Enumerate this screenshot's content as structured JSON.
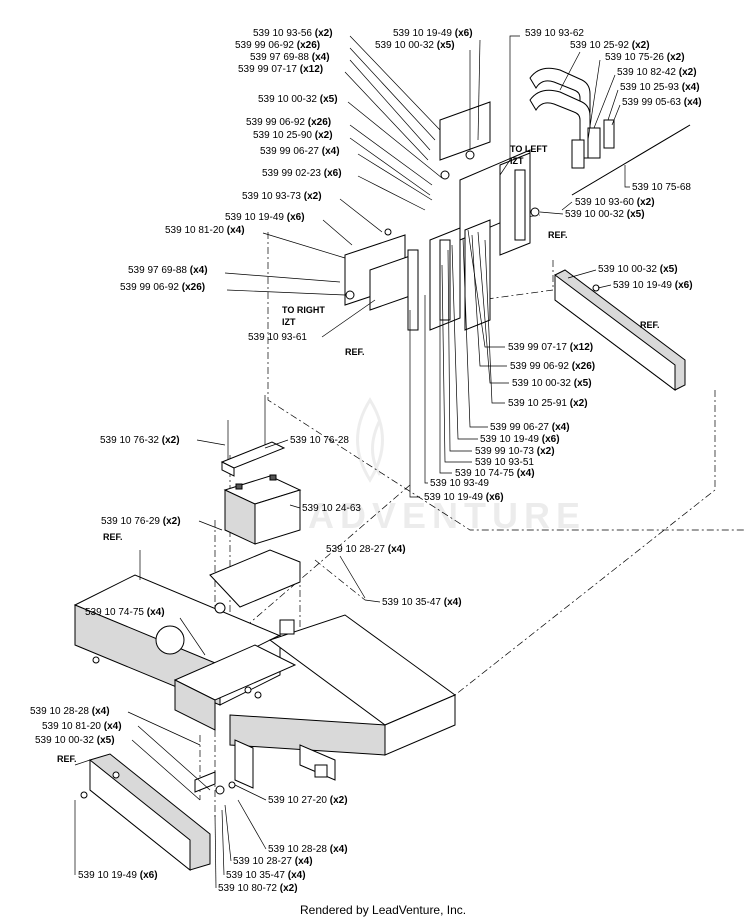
{
  "watermark": "LEADVENTURE",
  "footer": "Rendered by LeadVenture, Inc.",
  "ref_label": "REF.",
  "notes": {
    "left_izt_line1": "TO LEFT",
    "left_izt_line2": "IZT",
    "right_izt_line1": "TO RIGHT",
    "right_izt_line2": "IZT"
  },
  "callouts": [
    {
      "part": "539 10 93-56",
      "qty": "(x2)"
    },
    {
      "part": "539 99 06-92",
      "qty": "(x26)"
    },
    {
      "part": "539 97 69-88",
      "qty": "(x4)"
    },
    {
      "part": "539 99 07-17",
      "qty": "(x12)"
    },
    {
      "part": "539 10 00-32",
      "qty": "(x5)"
    },
    {
      "part": "539 99 06-92",
      "qty": "(x26)"
    },
    {
      "part": "539 10 25-90",
      "qty": "(x2)"
    },
    {
      "part": "539 99 06-27",
      "qty": "(x4)"
    },
    {
      "part": "539 99 02-23",
      "qty": "(x6)"
    },
    {
      "part": "539 10 93-73",
      "qty": "(x2)"
    },
    {
      "part": "539 10 19-49",
      "qty": "(x6)"
    },
    {
      "part": "539 10 81-20",
      "qty": "(x4)"
    },
    {
      "part": "539 97 69-88",
      "qty": "(x4)"
    },
    {
      "part": "539 99 06-92",
      "qty": "(x26)"
    },
    {
      "part": "539 10 93-61",
      "qty": ""
    },
    {
      "part": "539 10 19-49",
      "qty": "(x6)"
    },
    {
      "part": "539 10 00-32",
      "qty": "(x5)"
    },
    {
      "part": "539 10 93-62",
      "qty": ""
    },
    {
      "part": "539 10 25-92",
      "qty": "(x2)"
    },
    {
      "part": "539 10 75-26",
      "qty": "(x2)"
    },
    {
      "part": "539 10 82-42",
      "qty": "(x2)"
    },
    {
      "part": "539 10 25-93",
      "qty": "(x4)"
    },
    {
      "part": "539 99 05-63",
      "qty": "(x4)"
    },
    {
      "part": "539 10 75-68",
      "qty": ""
    },
    {
      "part": "539 10 93-60",
      "qty": "(x2)"
    },
    {
      "part": "539 10 00-32",
      "qty": "(x5)"
    },
    {
      "part": "539 10 00-32",
      "qty": "(x5)"
    },
    {
      "part": "539 10 19-49",
      "qty": "(x6)"
    },
    {
      "part": "539 99 07-17",
      "qty": "(x12)"
    },
    {
      "part": "539 99 06-92",
      "qty": "(x26)"
    },
    {
      "part": "539 10 00-32",
      "qty": "(x5)"
    },
    {
      "part": "539 10 25-91",
      "qty": "(x2)"
    },
    {
      "part": "539 99 06-27",
      "qty": "(x4)"
    },
    {
      "part": "539 10 19-49",
      "qty": "(x6)"
    },
    {
      "part": "539 99 10-73",
      "qty": "(x2)"
    },
    {
      "part": "539 10 93-51",
      "qty": ""
    },
    {
      "part": "539 10 74-75",
      "qty": "(x4)"
    },
    {
      "part": "539 10 93-49",
      "qty": ""
    },
    {
      "part": "539 10 19-49",
      "qty": "(x6)"
    },
    {
      "part": "539 10 76-32",
      "qty": "(x2)"
    },
    {
      "part": "539 10 76-28",
      "qty": ""
    },
    {
      "part": "539 10 24-63",
      "qty": ""
    },
    {
      "part": "539 10 76-29",
      "qty": "(x2)"
    },
    {
      "part": "539 10 28-27",
      "qty": "(x4)"
    },
    {
      "part": "539 10 35-47",
      "qty": "(x4)"
    },
    {
      "part": "539 10 74-75",
      "qty": "(x4)"
    },
    {
      "part": "539 10 28-28",
      "qty": "(x4)"
    },
    {
      "part": "539 10 81-20",
      "qty": "(x4)"
    },
    {
      "part": "539 10 00-32",
      "qty": "(x5)"
    },
    {
      "part": "539 10 27-20",
      "qty": "(x2)"
    },
    {
      "part": "539 10 28-28",
      "qty": "(x4)"
    },
    {
      "part": "539 10 28-27",
      "qty": "(x4)"
    },
    {
      "part": "539 10 19-49",
      "qty": "(x6)"
    },
    {
      "part": "539 10 35-47",
      "qty": "(x4)"
    },
    {
      "part": "539 10 80-72",
      "qty": "(x2)"
    }
  ]
}
